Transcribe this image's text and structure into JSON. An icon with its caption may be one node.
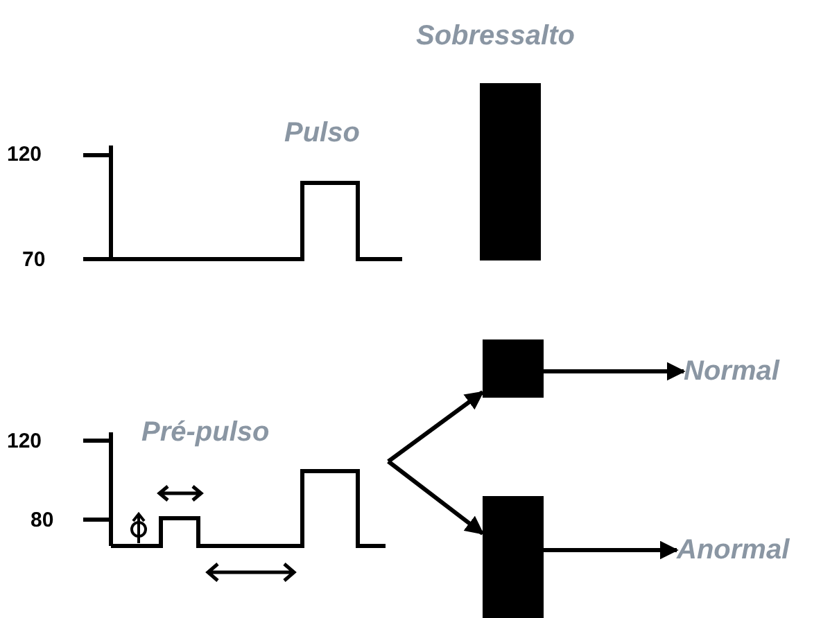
{
  "diagram": {
    "nodes": [
      {
        "text": [],
        "shape": "bar"
      },
      {
        "text": [],
        "shape": "bar"
      },
      {
        "text": [
          "Normal"
        ]
      },
      {
        "text": [],
        "shape": "picture"
      },
      {
        "text": [],
        "shape": "bar"
      },
      {
        "text": [
          "Anormal"
        ]
      }
    ],
    "edges": [
      {
        "from": 3,
        "to": 1,
        "arrow": "to"
      },
      {
        "from": 3,
        "to": 4,
        "arrow": "to"
      },
      {
        "from": 1,
        "to": 2,
        "arrow": "to"
      },
      {
        "from": 4,
        "to": 5,
        "arrow": "to"
      }
    ],
    "labels": [
      "Sobressalto",
      "120",
      "Pulso",
      "70",
      "120",
      "Pré-pulso",
      "80"
    ]
  }
}
